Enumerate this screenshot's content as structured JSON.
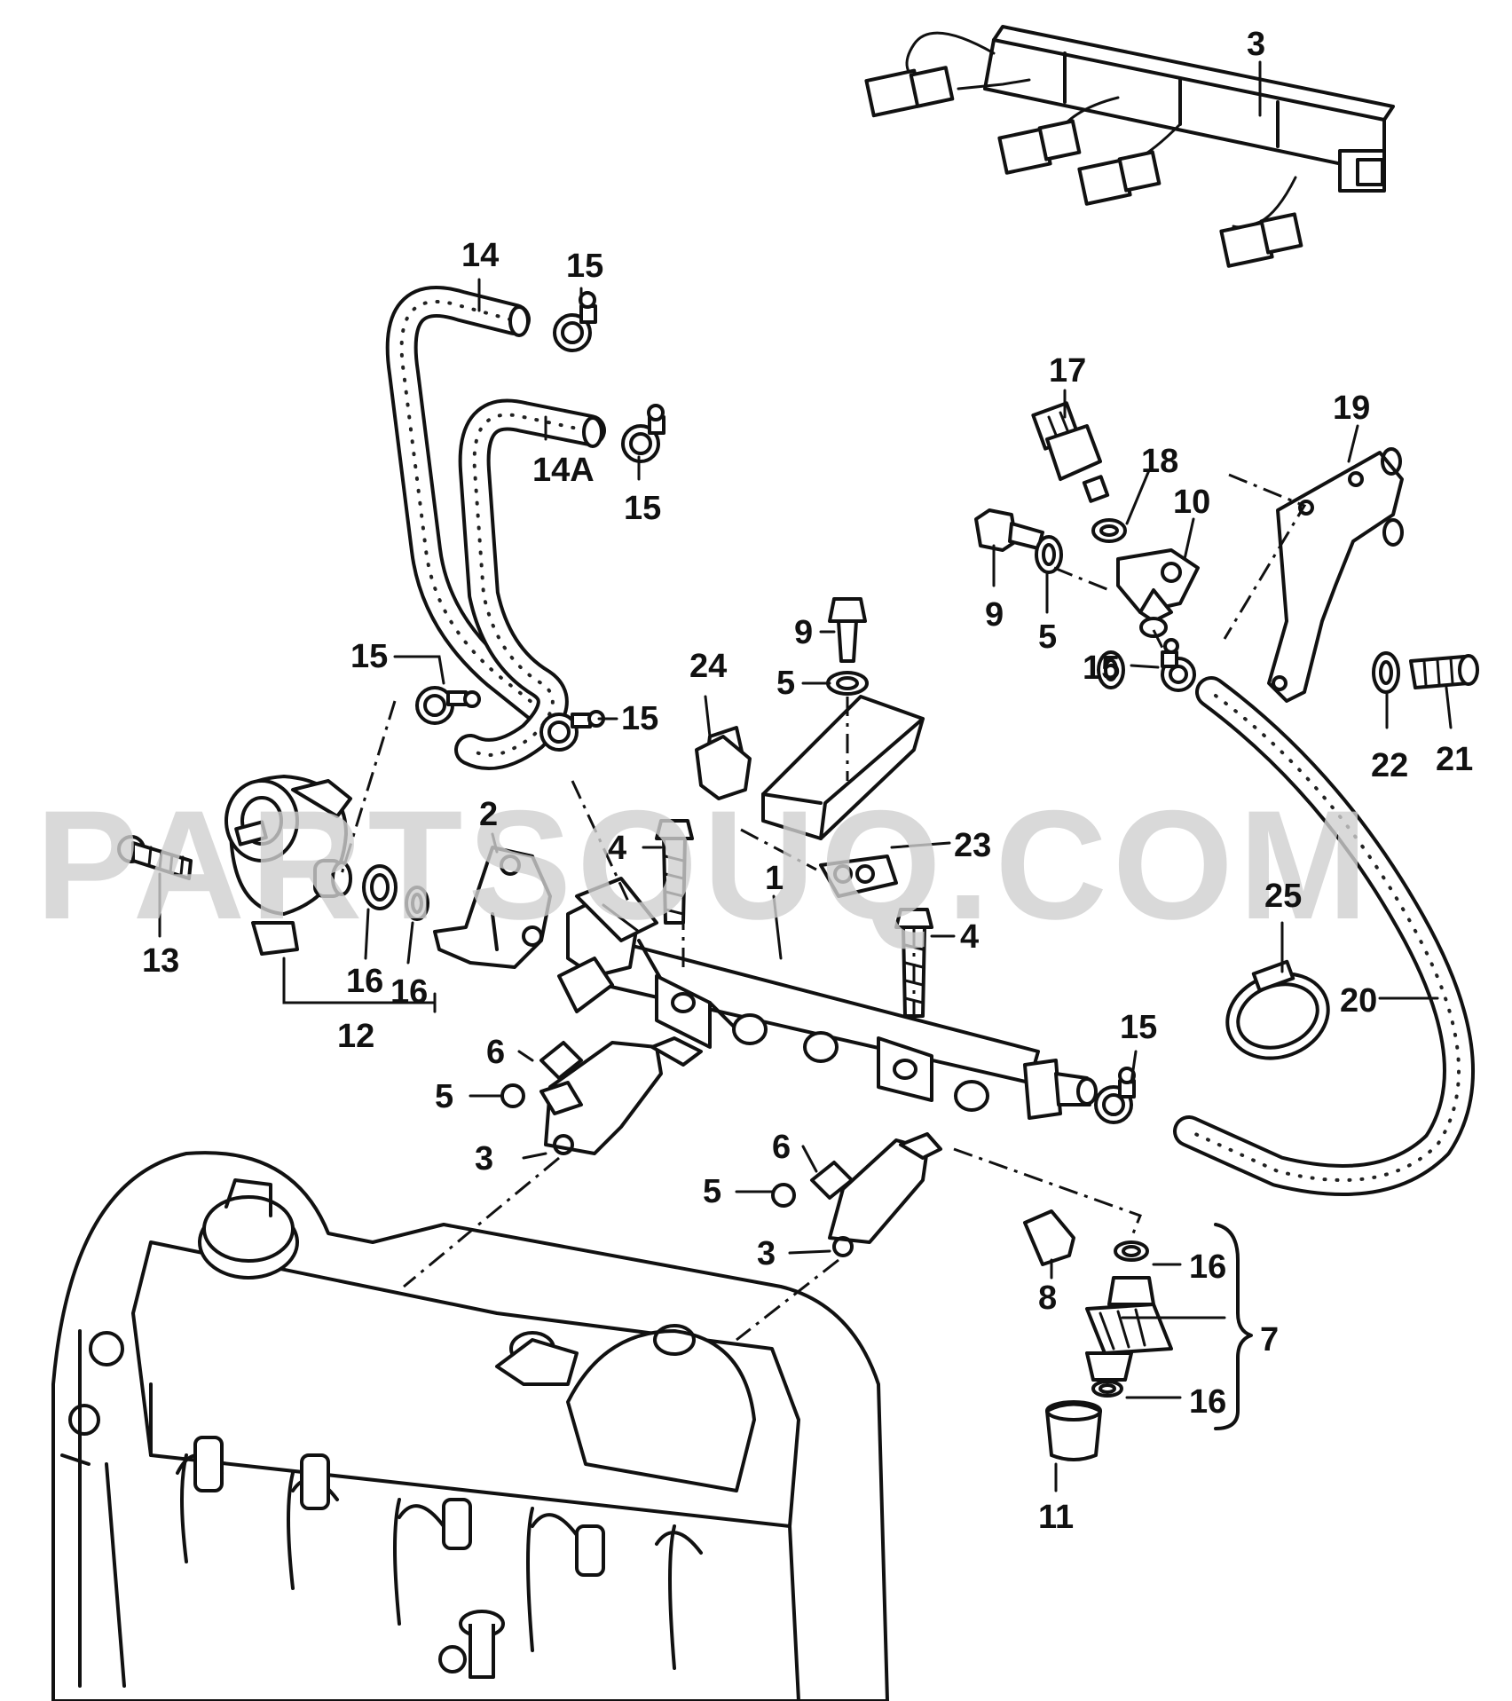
{
  "watermark": "PARTSOUQ.COM",
  "labels": {
    "l_3_top": "3",
    "l_14": "14",
    "l_15_a": "15",
    "l_14A": "14A",
    "l_15_b": "15",
    "l_17": "17",
    "l_19": "19",
    "l_18": "18",
    "l_10": "10",
    "l_9_right": "9",
    "l_5_right": "5",
    "l_15_right": "15",
    "l_22": "22",
    "l_21": "21",
    "l_9_center": "9",
    "l_5_center": "5",
    "l_24": "24",
    "l_23": "23",
    "l_15_left": "15",
    "l_15_mid": "15",
    "l_2": "2",
    "l_4_a": "4",
    "l_1": "1",
    "l_4_b": "4",
    "l_13": "13",
    "l_16_a": "16",
    "l_16_b": "16",
    "l_12": "12",
    "l_25": "25",
    "l_20": "20",
    "l_15_low": "15",
    "l_6_a": "6",
    "l_5_a": "5",
    "l_3_a": "3",
    "l_6_b": "6",
    "l_5_b": "5",
    "l_3_b": "3",
    "l_8": "8",
    "l_16_c": "16",
    "l_7": "7",
    "l_16_d": "16",
    "l_11": "11"
  }
}
